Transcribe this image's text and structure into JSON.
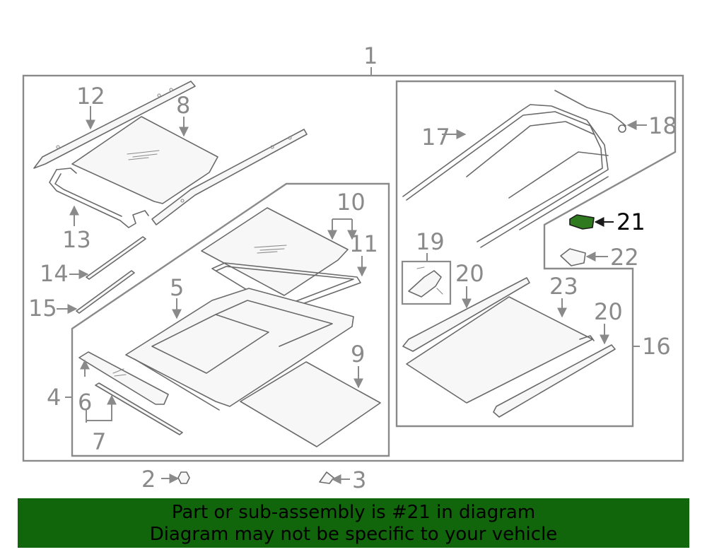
{
  "diagram": {
    "callouts": {
      "c1": "1",
      "c2": "2",
      "c3": "3",
      "c4": "4",
      "c5": "5",
      "c6": "6",
      "c7": "7",
      "c8": "8",
      "c9": "9",
      "c10": "10",
      "c11": "11",
      "c12": "12",
      "c13": "13",
      "c14": "14",
      "c15": "15",
      "c16": "16",
      "c17": "17",
      "c18": "18",
      "c19": "19",
      "c20a": "20",
      "c20b": "20",
      "c21": "21",
      "c22": "22",
      "c23": "23"
    },
    "highlight_color": "#2f7a1f"
  },
  "banner": {
    "line1": "Part or sub-assembly is #21 in diagram",
    "line2": "Diagram may not be specific to your vehicle",
    "background": "#11650a"
  }
}
